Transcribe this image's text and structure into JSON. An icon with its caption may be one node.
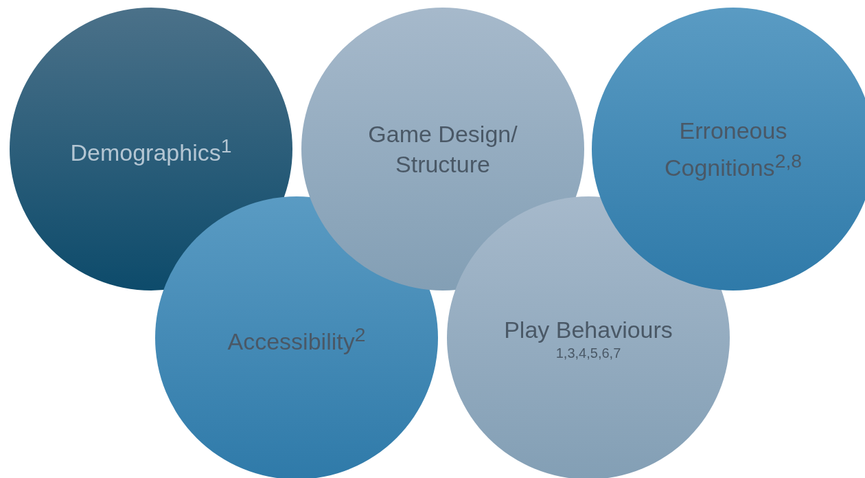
{
  "diagram": {
    "nodes": [
      {
        "text": [
          "Demographics$^{1}$"
        ]
      },
      {
        "text": [
          "Game Design/ Structure"
        ]
      },
      {
        "text": [
          "Erroneous Cognitions$^{2,8}$"
        ]
      },
      {
        "text": [
          "Accessibility$^{2}$"
        ]
      },
      {
        "text": [
          "Play Behaviours",
          "1,3,4,5,6,7"
        ]
      }
    ]
  }
}
